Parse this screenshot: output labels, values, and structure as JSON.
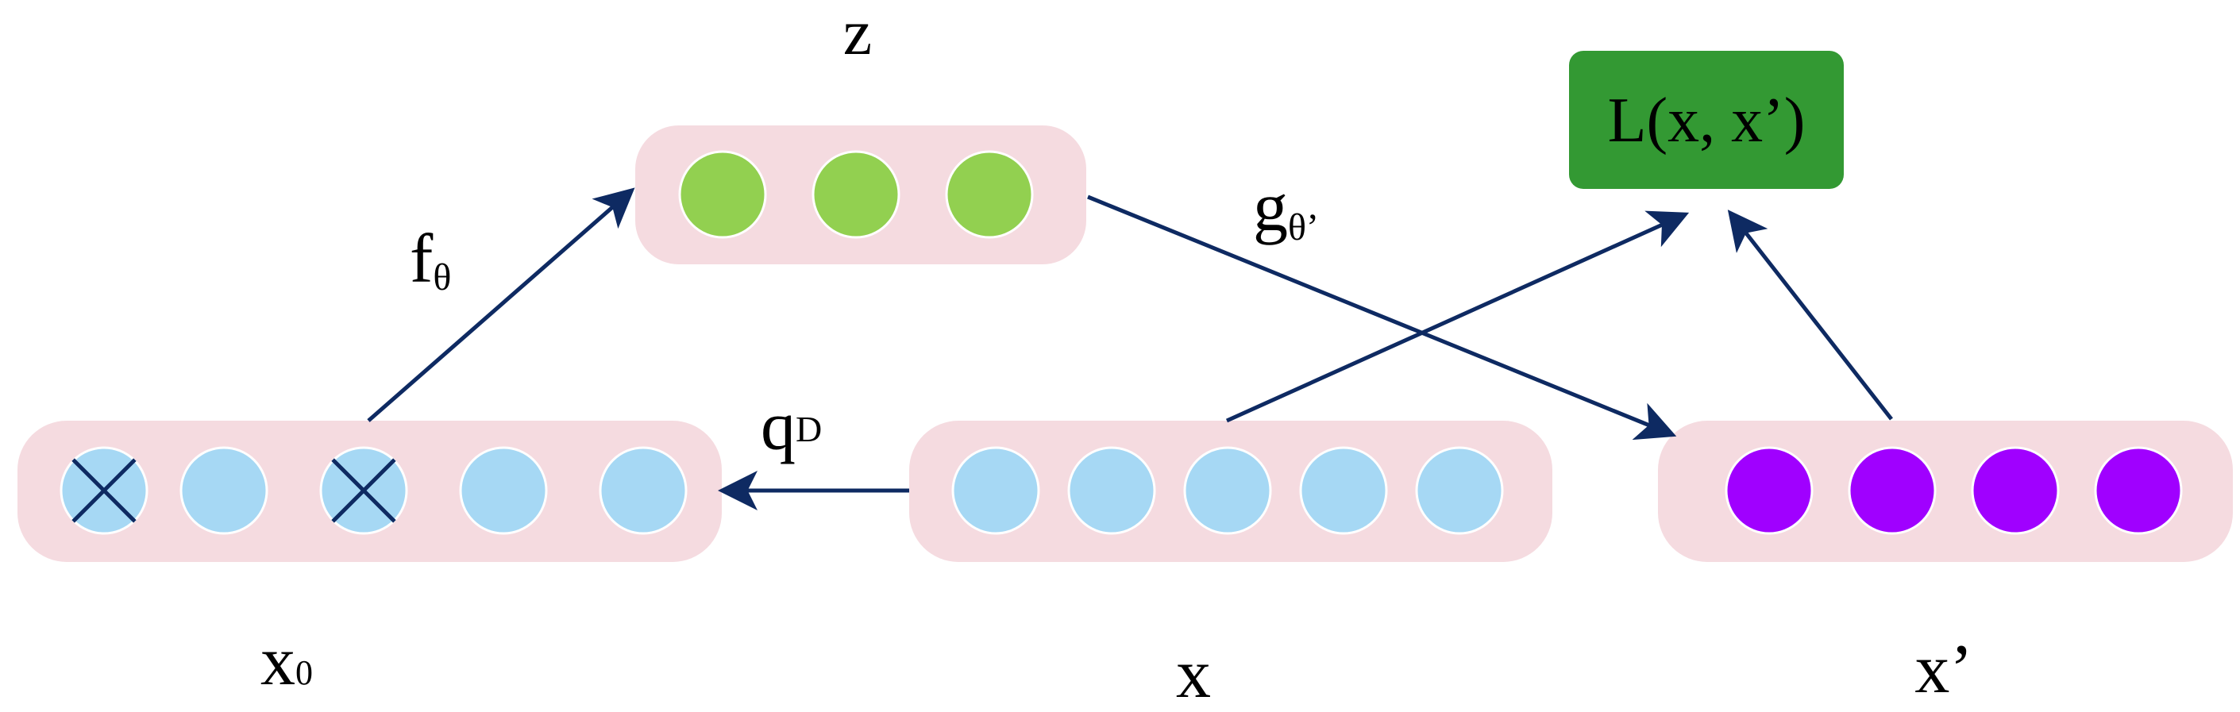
{
  "labels": {
    "z": "z",
    "x0": "x",
    "x0_sub": "0",
    "x": "x",
    "x_prime": "x’",
    "f": "f",
    "f_sub": "θ",
    "g": "g",
    "g_sub": "θ’",
    "q": "q",
    "q_sub": "D"
  },
  "loss_box": {
    "text": "L(x, x’)"
  },
  "colors": {
    "layer_fill": "#f5dbe0",
    "input_node": "#a6d8f4",
    "code_node": "#92d050",
    "output_node": "#a000ff",
    "arrow": "#0e2a62",
    "loss_fill": "#339933",
    "cross": "#0e2a62"
  },
  "layers": {
    "x0": {
      "nodes": 5,
      "corrupted": [
        0,
        2
      ]
    },
    "z": {
      "nodes": 3
    },
    "x": {
      "nodes": 5
    },
    "x_prime": {
      "nodes": 4
    }
  }
}
